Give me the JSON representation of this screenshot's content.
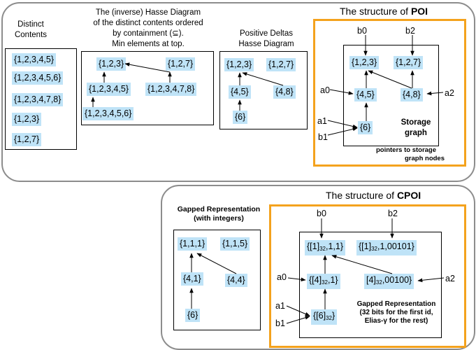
{
  "poi": {
    "title_prefix": "The structure of ",
    "title_bold": "POI",
    "distinct": {
      "title": [
        "Distinct",
        "Contents"
      ],
      "items": [
        "{1,2,3,4,5}",
        "{1,2,3,4,5,6}",
        "{1,2,3,4,7,8}",
        "{1,2,3}",
        "{1,2,7}"
      ]
    },
    "hasse": {
      "title": [
        "The (inverse) Hasse Diagram",
        "of the distinct contents ordered",
        "by  containment (⊆).",
        "Min elements at top."
      ],
      "nodes": [
        "{1,2,3}",
        "{1,2,7}",
        "{1,2,3,4,5}",
        "{1,2,3,4,7,8}",
        "{1,2,3,4,5,6}"
      ]
    },
    "deltas": {
      "title": [
        "Positive Deltas",
        "Hasse Diagram"
      ],
      "nodes": [
        "{1,2,3}",
        "{1,2,7}",
        "{4,5}",
        "{4,8}",
        "{6}"
      ]
    },
    "storage": {
      "nodes": [
        "{1,2,3}",
        "{1,2,7}",
        "{4,5}",
        "{4,8}",
        "{6}"
      ],
      "pointers": [
        "b0",
        "b2",
        "a0",
        "a2",
        "a1",
        "b1"
      ],
      "label": [
        "Storage",
        "graph"
      ],
      "caption": [
        "pointers to storage",
        "graph nodes"
      ]
    }
  },
  "cpoi": {
    "title_prefix": "The structure of ",
    "title_bold": "CPOI",
    "gapped": {
      "title": [
        "Gapped Representation",
        "(with integers)"
      ],
      "nodes": [
        "{1,1,1}",
        "{1,1,5}",
        "{4,1}",
        "{4,4}",
        "{6}"
      ]
    },
    "compressed": {
      "pointers": [
        "b0",
        "b2",
        "a0",
        "a2",
        "a1",
        "b1"
      ],
      "nodes": [
        {
          "pre": "{[1]",
          "sub": "32",
          "post": ",1,1}"
        },
        {
          "pre": "{[1]",
          "sub": "32",
          "post": ",1,00101}"
        },
        {
          "pre": "{[4]",
          "sub": "32",
          "post": ",1}"
        },
        {
          "pre": "[4]",
          "sub": "32",
          "post": ",00100}"
        },
        {
          "pre": "{[6]",
          "sub": "32",
          "post": "}"
        }
      ],
      "label": [
        "Gapped Representation",
        "(32 bits for the first id,",
        "Elias-γ for the rest)"
      ]
    }
  }
}
